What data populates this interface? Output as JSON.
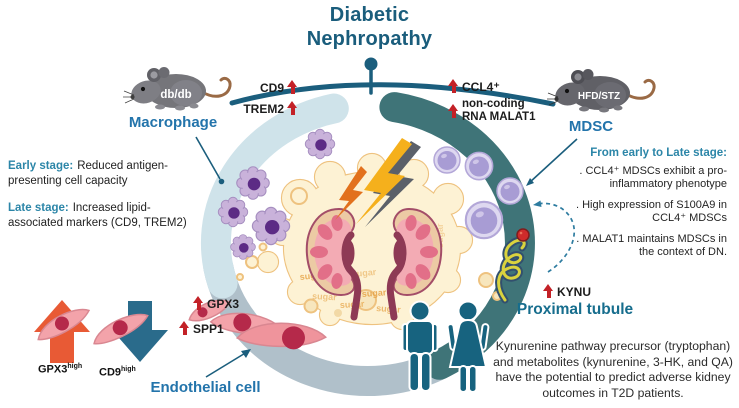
{
  "title": {
    "line1": "Diabetic",
    "line2": "Nephropathy"
  },
  "macrophage": {
    "mouse_label": "db/db",
    "cell_label": "Macrophage",
    "marker_cd9": "CD9",
    "marker_trem2": "TREM2",
    "early_heading": "Early stage:",
    "early_text": "Reduced antigen-presenting cell capacity",
    "late_heading": "Late stage:",
    "late_text": "Increased lipid-associated markers (CD9, TREM2)"
  },
  "mdsc": {
    "mouse_label": "HFD/STZ",
    "cell_label": "MDSC",
    "marker_ccl4": "CCL4⁺",
    "marker_ncrna_line1": "non-coding",
    "marker_ncrna_line2": "RNA MALAT1",
    "heading": "From early to Late stage:",
    "bullets": [
      ". CCL4⁺ MDSCs exhibit a pro-inflammatory phenotype",
      ". High expression of S100A9 in CCL4⁺ MDSCs",
      ". MALAT1 maintains MDSCs in the context of DN."
    ]
  },
  "endothelial": {
    "cell_label": "Endothelial cell",
    "marker_gpx3": "GPX3",
    "marker_spp1": "SPP1",
    "up_label": "GPX3",
    "down_label": "CD9",
    "high_sup": "high"
  },
  "proximal": {
    "marker_kynu": "KYNU",
    "cell_label": "Proximal tubule",
    "paragraph": "Kynurenine pathway precursor (tryptophan) and metabolites (kynurenine, 3-HK, and QA) have the potential to predict adverse kidney outcomes in T2D patients."
  },
  "center": {
    "sugar_word": "sugar"
  },
  "icons": {
    "up_arrow": "red-up-arrow",
    "lightning": "lightning-bolt",
    "mouse": "lab-mouse",
    "man": "man-pictogram",
    "woman": "woman-pictogram"
  },
  "colors": {
    "title_teal": "#1a5d7c",
    "cell_label_blue": "#2374ab",
    "proximal_teal": "#166d8d",
    "stage_teal": "#2c86a8",
    "arrow_red": "#c32127",
    "ring_light_blue": "#cfe3ea",
    "ring_dark_teal": "#3f7478",
    "ring_gray": "#b0c0ca",
    "big_up_arrow_orange": "#e85a35",
    "big_down_arrow_teal": "#2a6b8b",
    "kidney_maroon": "#8e3a55",
    "bolt_yellow": "#f5b01c"
  }
}
